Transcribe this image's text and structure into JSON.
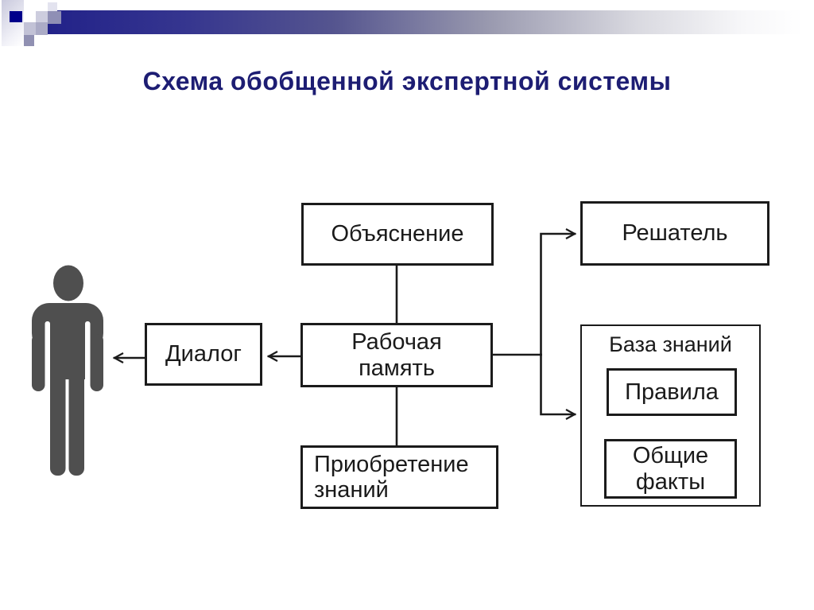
{
  "slide": {
    "title": "Схема обобщенной экспертной системы"
  },
  "diagram": {
    "explanation_label": "Объяснение",
    "solver_label": "Решатель",
    "dialog_label": "Диалог",
    "working_memory_label": "Рабочая память",
    "knowledge_acquisition_label": "Приобретение знаний",
    "knowledge_base_label": "База знаний",
    "rules_label": "Правила",
    "common_facts_label": "Общие факты",
    "user_figure": "person-silhouette",
    "connections": [
      "working_memory - explanation",
      "working_memory - knowledge_acquisition",
      "working_memory -> dialog",
      "dialog -> person",
      "working_memory -> solver",
      "working_memory -> knowledge_base"
    ]
  },
  "colors": {
    "title_text": "#1d1d73",
    "banner_navy": "#222289",
    "accent_square_navy": "#00008b",
    "box_border": "#1b1b1b",
    "box_text": "#1a1a1a",
    "person_gray": "#4f4f4f",
    "background": "#ffffff"
  }
}
